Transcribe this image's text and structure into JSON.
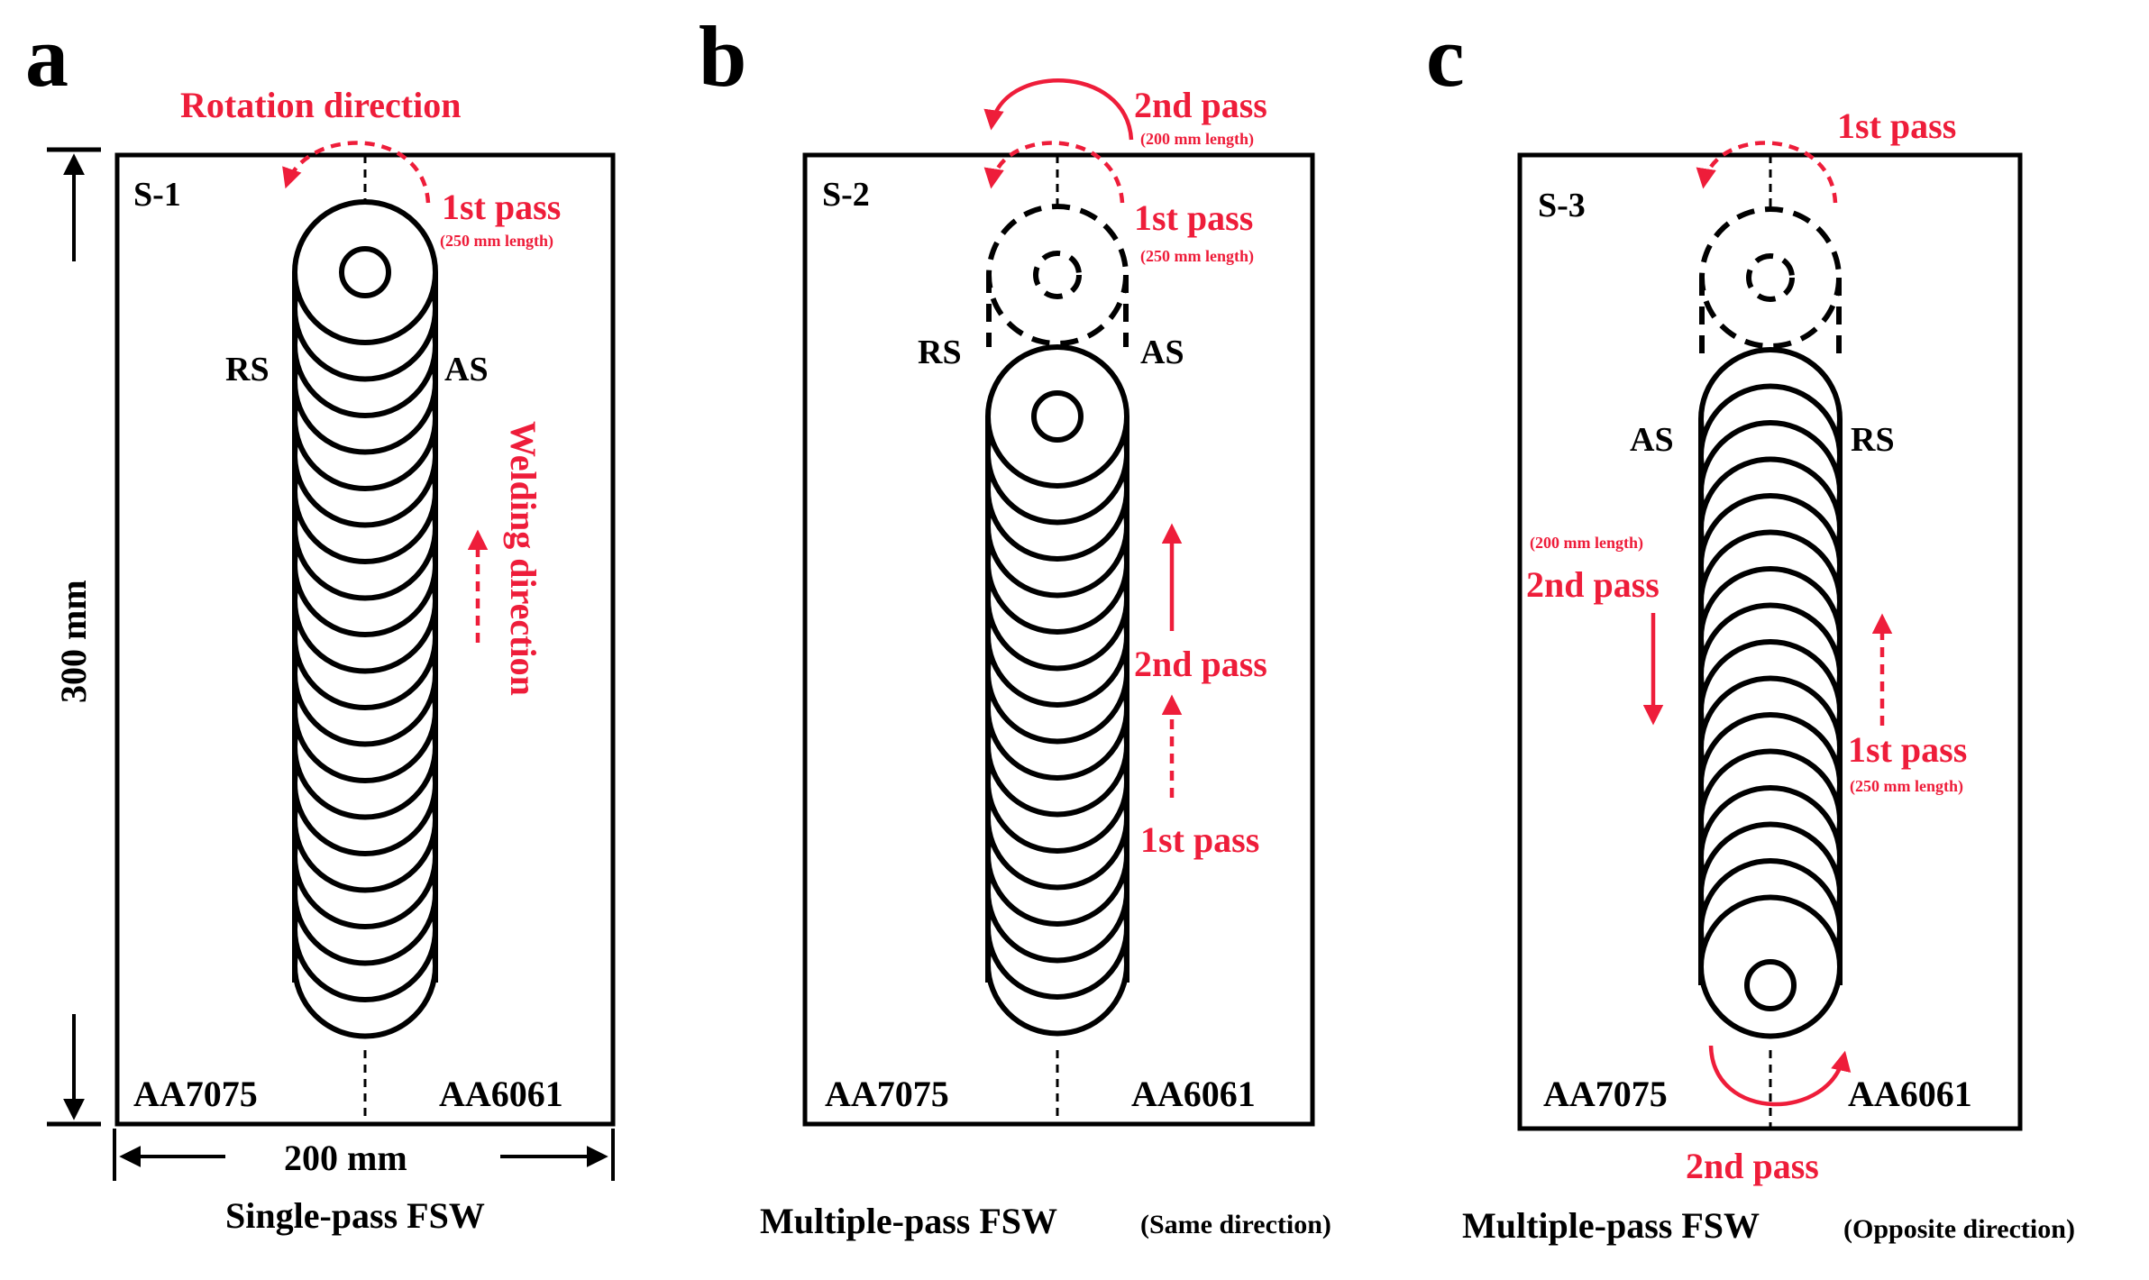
{
  "colors": {
    "accent": "#ee1d3a",
    "ink": "#000000"
  },
  "panels": [
    {
      "letter": "a",
      "sample": "S-1",
      "rotation_label": "Rotation direction",
      "pass1_label": "1st pass",
      "pass1_length": "(250 mm length)",
      "rs": "RS",
      "as": "AS",
      "welding_direction": "Welding direction",
      "dim_height": "300 mm",
      "dim_width": "200 mm",
      "left_alloy": "AA7075",
      "right_alloy": "AA6061",
      "caption_main": "Single-pass FSW",
      "caption_sub": ""
    },
    {
      "letter": "b",
      "sample": "S-2",
      "pass2_label": "2nd pass",
      "pass2_length": "(200 mm length)",
      "pass1_label": "1st pass",
      "pass1_length": "(250 mm length)",
      "rs": "RS",
      "as": "AS",
      "mid_pass2": "2nd pass",
      "mid_pass1": "1st pass",
      "left_alloy": "AA7075",
      "right_alloy": "AA6061",
      "caption_main": "Multiple-pass FSW",
      "caption_sub": "(Same direction)"
    },
    {
      "letter": "c",
      "sample": "S-3",
      "pass1_label": "1st pass",
      "as": "AS",
      "rs": "RS",
      "pass2_length": "(200 mm length)",
      "pass2_label": "2nd pass",
      "pass1_side": "1st pass",
      "pass1_length": "(250 mm length)",
      "bottom_pass2": "2nd pass",
      "left_alloy": "AA7075",
      "right_alloy": "AA6061",
      "caption_main": "Multiple-pass FSW",
      "caption_sub": "(Opposite direction)"
    }
  ]
}
